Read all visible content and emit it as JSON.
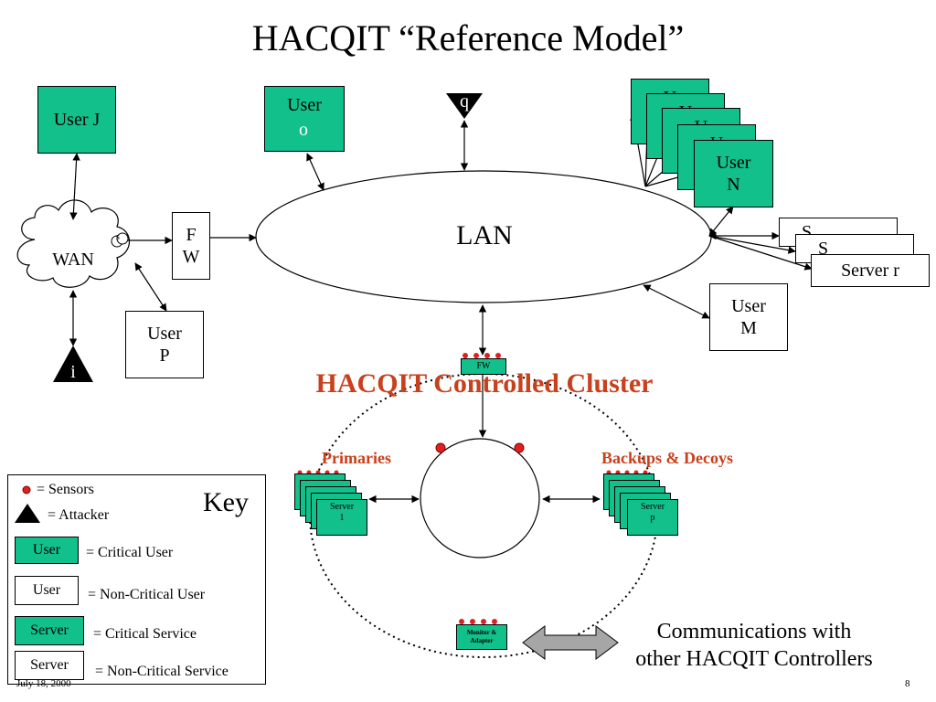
{
  "title": "HACQIT “Reference Model”",
  "users": {
    "user_j": "User J",
    "user_o_line1": "User",
    "user_o_line2": "o",
    "user_n_line1": "User",
    "user_n_line2": "N",
    "user_stack_back": "U",
    "user_m_line1": "User",
    "user_m_line2": "M",
    "user_p_line1": "User",
    "user_p_line2": "P"
  },
  "network": {
    "lan": "LAN",
    "wan": "WAN",
    "fw_line1": "F",
    "fw_line2": "W",
    "cluster_fw": "FW",
    "attacker_q": "q",
    "attacker_i": "i",
    "sensor_glyph": "s"
  },
  "servers": {
    "server_r": "Server r",
    "server_stack_back": "S"
  },
  "cluster": {
    "title": "HACQIT Controlled Cluster",
    "primaries": "Primaries",
    "backups": "Backups & Decoys",
    "server_1_line1": "Server",
    "server_1_line2": "1",
    "server_p_line1": "Server",
    "server_p_line2": "p",
    "monitor_line1": "Monitor &",
    "monitor_line2": "Adapter"
  },
  "key": {
    "title": "Key",
    "sensors": "= Sensors",
    "attacker": "= Attacker",
    "critical_user_swatch": "User",
    "critical_user": "= Critical User",
    "noncritical_user_swatch": "User",
    "noncritical_user": "= Non-Critical User",
    "critical_service_swatch": "Server",
    "critical_service": "= Critical Service",
    "noncritical_service_swatch": "Server",
    "noncritical_service": "= Non-Critical Service"
  },
  "communications": {
    "line1": "Communications with",
    "line2": "other HACQIT Controllers"
  },
  "footer": {
    "date": "July 18, 2000",
    "page": "8"
  },
  "colors": {
    "critical": "#11c08a",
    "accent_red": "#c8401c",
    "arrow_gray": "#a6a6a6"
  }
}
